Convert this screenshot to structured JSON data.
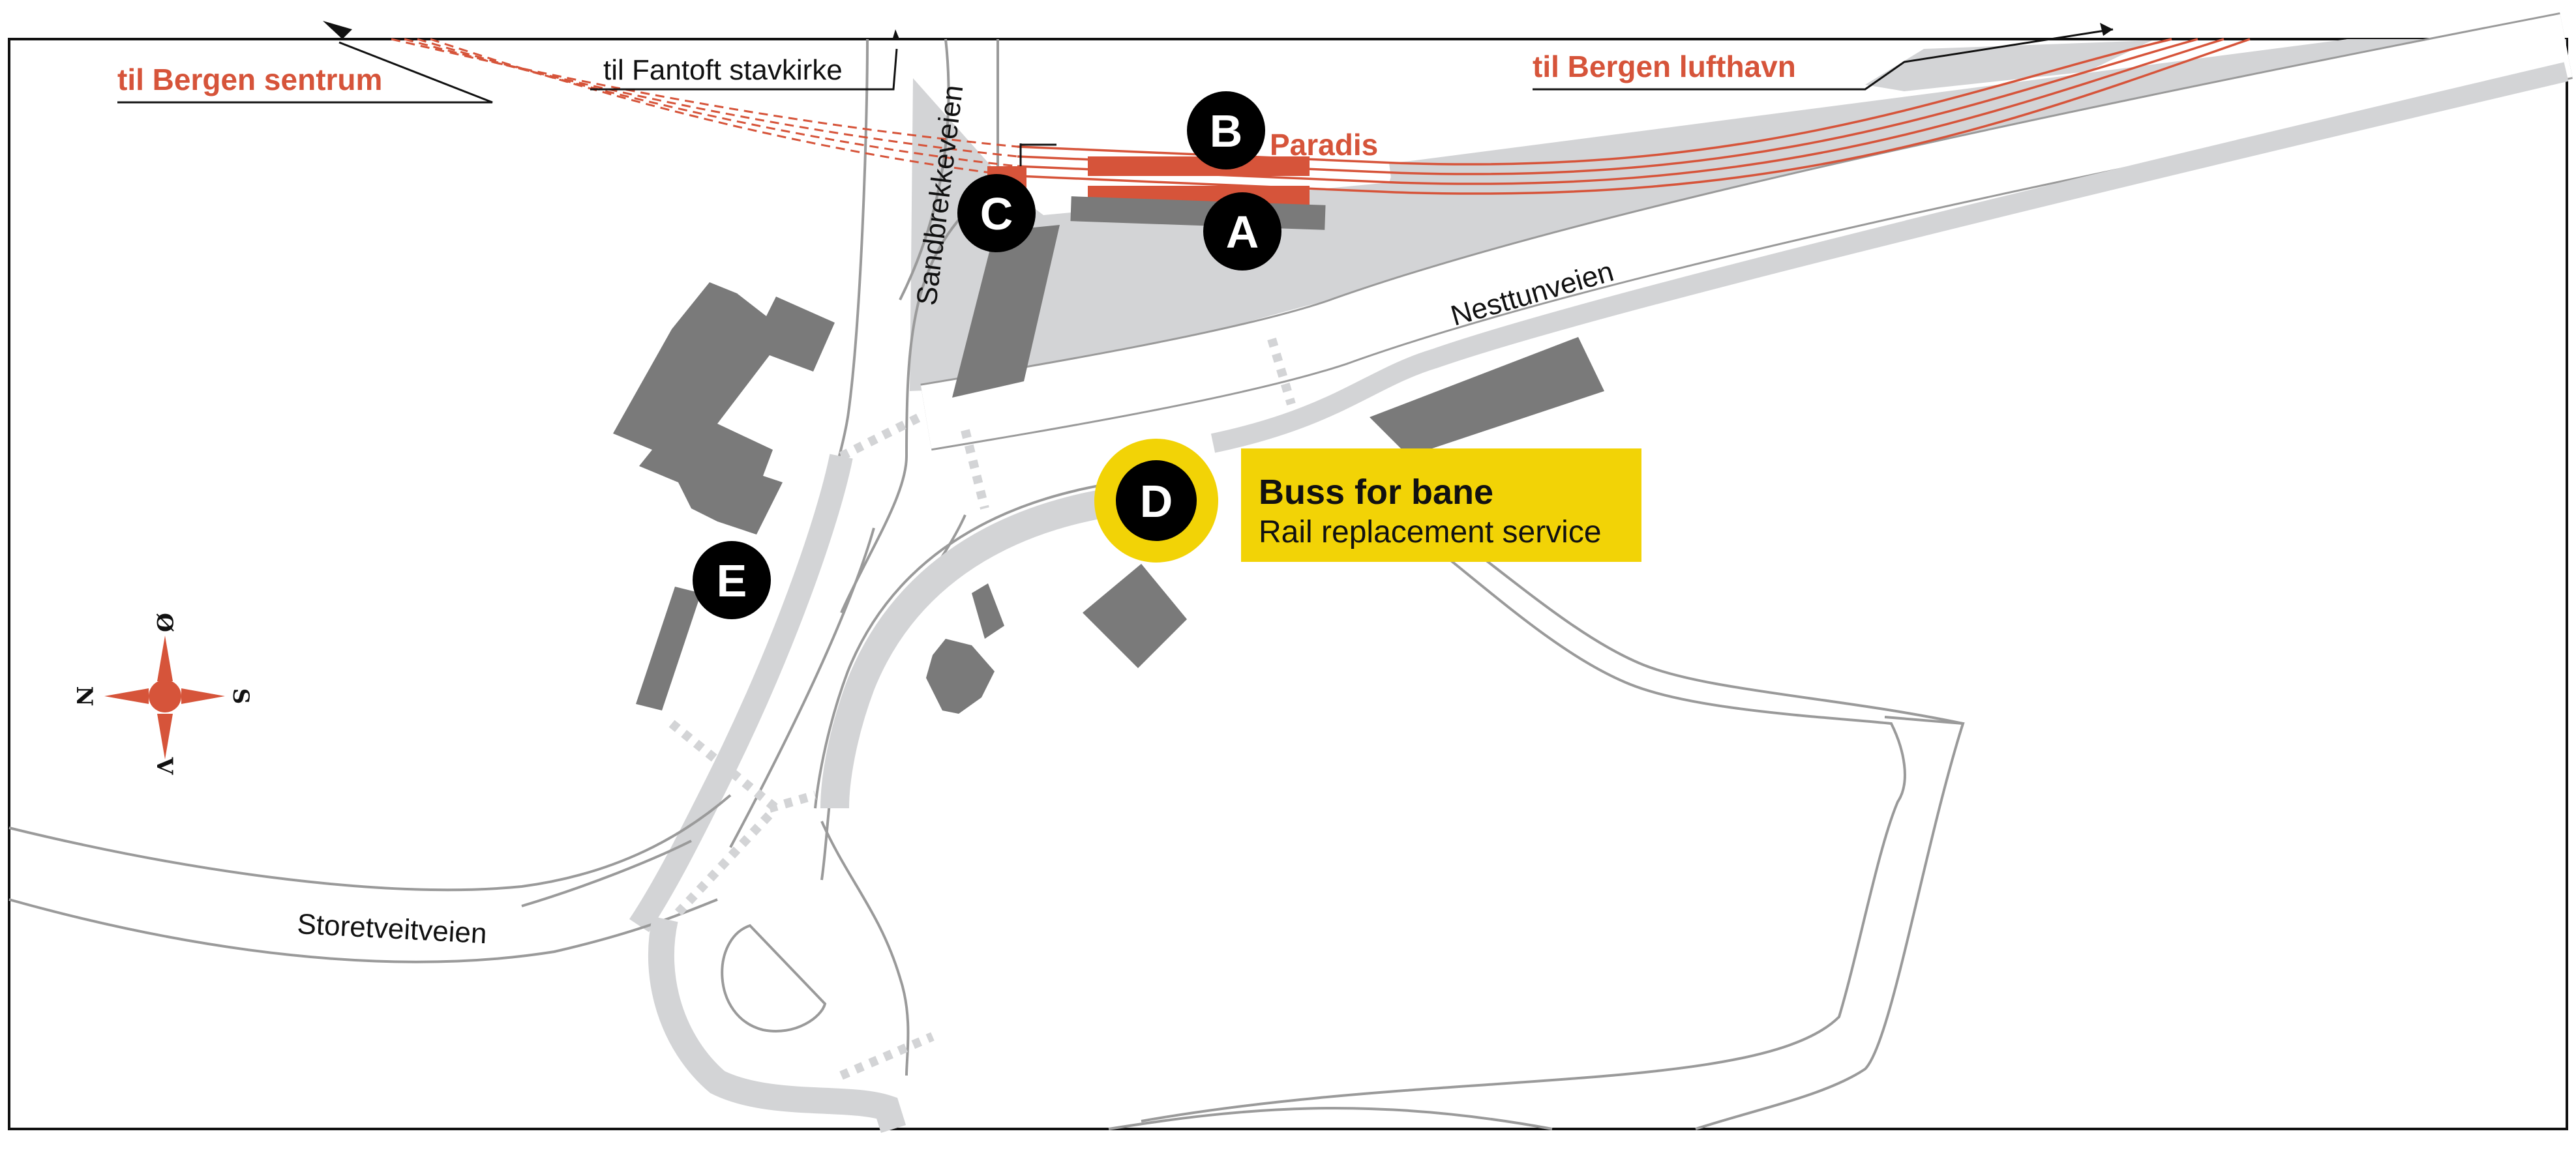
{
  "labels": {
    "to_city": "til Bergen sentrum",
    "to_airport": "til Bergen lufthavn",
    "to_church": "til Fantoft stavkirke",
    "station": "Paradis"
  },
  "roads": {
    "sandbrekkeveien": "Sandbrekkeveien",
    "nesttunveien": "Nesttunveien",
    "storetveitveien": "Storetveitveien"
  },
  "stops": {
    "a": "A",
    "b": "B",
    "c": "C",
    "d": "D",
    "e": "E"
  },
  "bus_replacement": {
    "title": "Buss for bane",
    "subtitle": "Rail replacement  service"
  },
  "compass": {
    "north": "N",
    "south": "S",
    "east": "Ø",
    "west": "V"
  },
  "colors": {
    "rail_red": "#d6543a",
    "bus_yellow": "#f2d306",
    "building_gray": "#7a7a7a",
    "road_gray": "#d3d4d6",
    "road_outline": "#9a9a9a",
    "stop_black": "#000000"
  }
}
